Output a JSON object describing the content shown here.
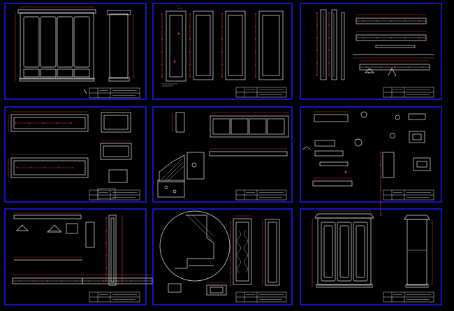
{
  "canvas": {
    "background": "#000000",
    "frame_color": "#1c1cff",
    "line_color": "#e8e8e8",
    "dimension_color": "#d23a3a"
  },
  "sheets": [
    {
      "id": "sheet-1",
      "content": [
        "wardrobe-front-elevation",
        "wardrobe-side-elevation"
      ]
    },
    {
      "id": "sheet-2",
      "content": [
        "door-panel-details"
      ]
    },
    {
      "id": "sheet-3",
      "content": [
        "molding-profiles",
        "rail-details"
      ]
    },
    {
      "id": "sheet-4",
      "content": [
        "frame-plans",
        "drawer-boxes"
      ]
    },
    {
      "id": "sheet-5",
      "content": [
        "cabinet-elevation",
        "corner-bracket-detail"
      ]
    },
    {
      "id": "sheet-6",
      "content": [
        "hardware-details",
        "profile-sections"
      ]
    },
    {
      "id": "sheet-7",
      "content": [
        "crown-molding-sections",
        "post-detail"
      ]
    },
    {
      "id": "sheet-8",
      "content": [
        "circular-detail-view",
        "carved-pilaster"
      ]
    },
    {
      "id": "sheet-9",
      "content": [
        "wardrobe-front-elevation",
        "wardrobe-side-elevation"
      ]
    }
  ]
}
